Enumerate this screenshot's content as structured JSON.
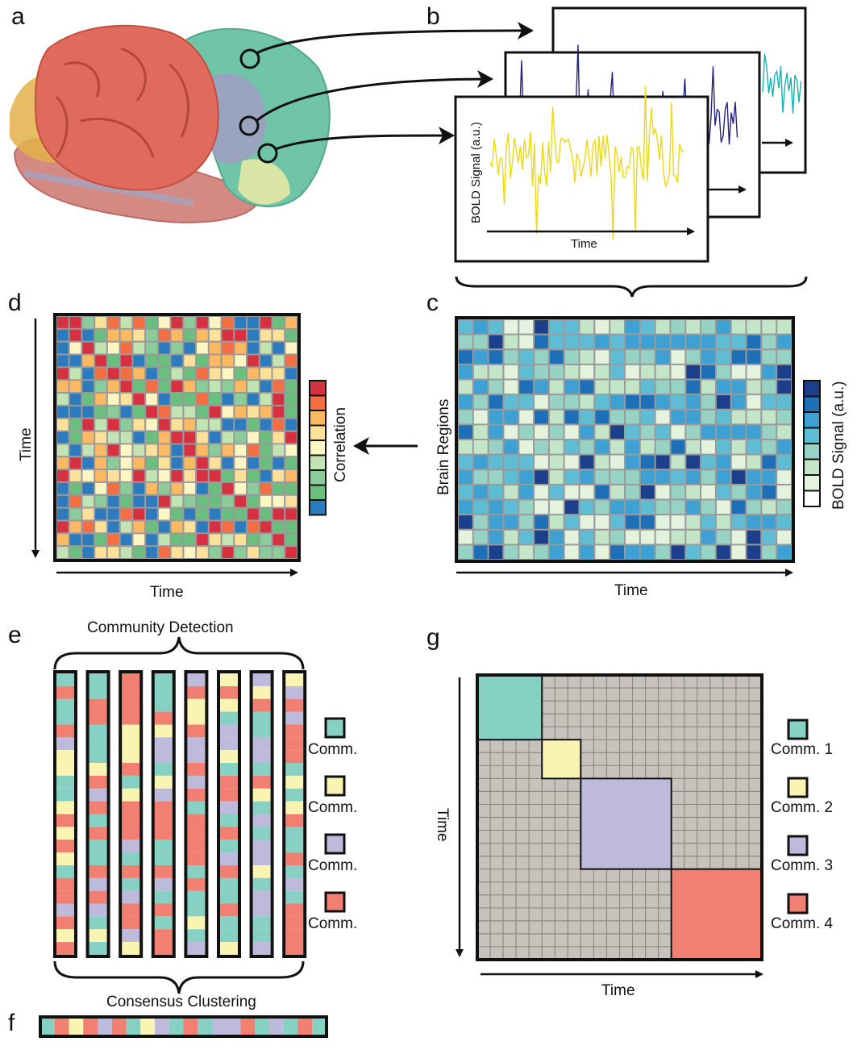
{
  "panels": {
    "a": "a",
    "b": "b",
    "c": "c",
    "d": "d",
    "e": "e",
    "f": "f",
    "g": "g"
  },
  "panel_b": {
    "ylabel": "BOLD Signal (a.u.)",
    "xlabel": "Time",
    "trace_colors": [
      "#1bb3b0",
      "#26237e",
      "#ecd817"
    ]
  },
  "panel_c": {
    "ylabel": "Brain Regions",
    "xlabel": "Time",
    "colorbar_label": "BOLD Signal (a.u.)",
    "palette": [
      "#ffffff",
      "#e4f3dd",
      "#c4e6c8",
      "#96d3c4",
      "#5ebdd4",
      "#3ea1d4",
      "#1d70b8",
      "#1c3f8c"
    ]
  },
  "panel_d": {
    "ylabel": "Time",
    "xlabel": "Time",
    "colorbar_label": "Correlation",
    "palette": [
      "#2c7bbf",
      "#6abf7e",
      "#8ccb9a",
      "#c2e3b2",
      "#fdf6c3",
      "#fde198",
      "#fdb862",
      "#f46d43",
      "#d73041"
    ]
  },
  "panel_e": {
    "title": "Community Detection",
    "bottom_label": "Consensus Clustering",
    "legend": [
      "Comm.",
      "Comm.",
      "Comm.",
      "Comm."
    ],
    "community_colors": [
      "#86d1c4",
      "#f9f4b2",
      "#bebadb",
      "#f17f72"
    ]
  },
  "panel_g": {
    "ylabel": "Time",
    "xlabel": "Time",
    "legend": [
      "Comm. 1",
      "Comm. 2",
      "Comm. 3",
      "Comm. 4"
    ],
    "background_color": "#c7c3bc"
  }
}
